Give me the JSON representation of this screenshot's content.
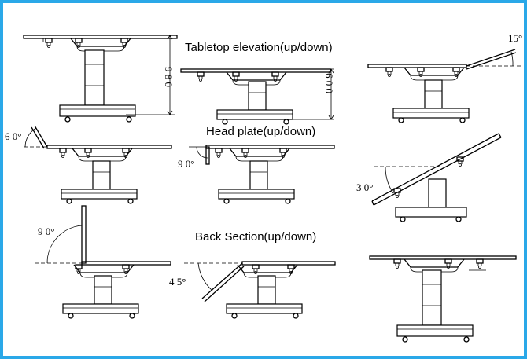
{
  "headings": {
    "tabletop": "Tabletop elevation(up/down)",
    "headplate": "Head plate(up/down)",
    "backsection": "Back Section(up/down)"
  },
  "dimensions": {
    "height_max": "9 8 0",
    "height_min": "6 0 0",
    "foot_tilt": "15°",
    "head_up": "6 0°",
    "head_down": "9 0°",
    "trendelenburg": "3 0°",
    "back_up": "9 0°",
    "back_down": "4 5°"
  },
  "colors": {
    "frame_border": "#2aa8e8",
    "line": "#000000"
  }
}
